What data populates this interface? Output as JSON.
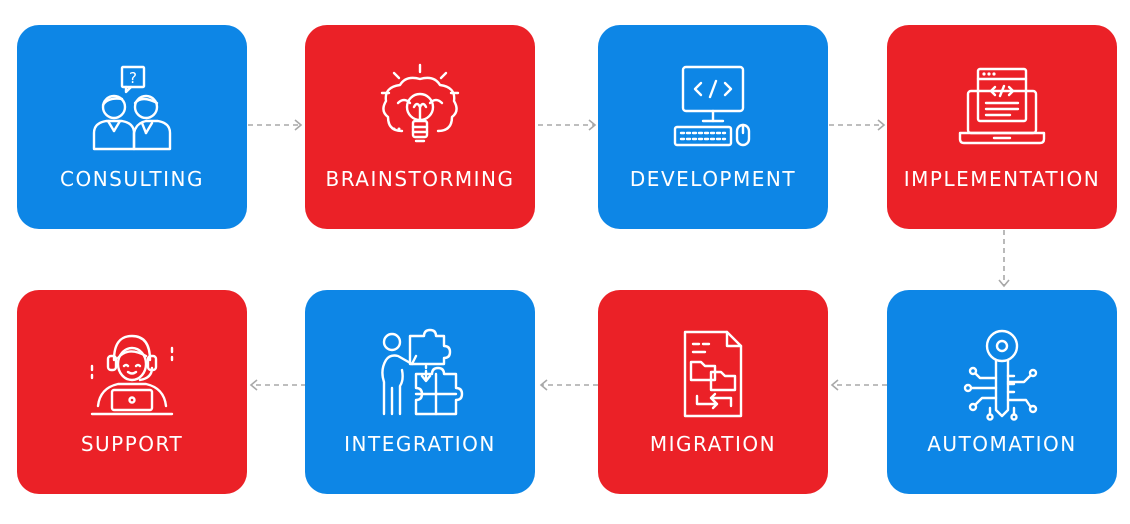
{
  "colors": {
    "blue": "#0d86e6",
    "red": "#eb2127",
    "connector": "#a8a8a8"
  },
  "steps": [
    {
      "label": "CONSULTING",
      "color": "blue",
      "icon": "consulting-people-question-icon"
    },
    {
      "label": "BRAINSTORMING",
      "color": "red",
      "icon": "brain-lightbulb-icon"
    },
    {
      "label": "DEVELOPMENT",
      "color": "blue",
      "icon": "computer-code-icon"
    },
    {
      "label": "IMPLEMENTATION",
      "color": "red",
      "icon": "laptop-code-window-icon"
    },
    {
      "label": "AUTOMATION",
      "color": "blue",
      "icon": "key-circuit-icon"
    },
    {
      "label": "MIGRATION",
      "color": "red",
      "icon": "document-folders-transfer-icon"
    },
    {
      "label": "INTEGRATION",
      "color": "blue",
      "icon": "person-puzzle-icon"
    },
    {
      "label": "SUPPORT",
      "color": "red",
      "icon": "support-agent-headset-icon"
    }
  ]
}
